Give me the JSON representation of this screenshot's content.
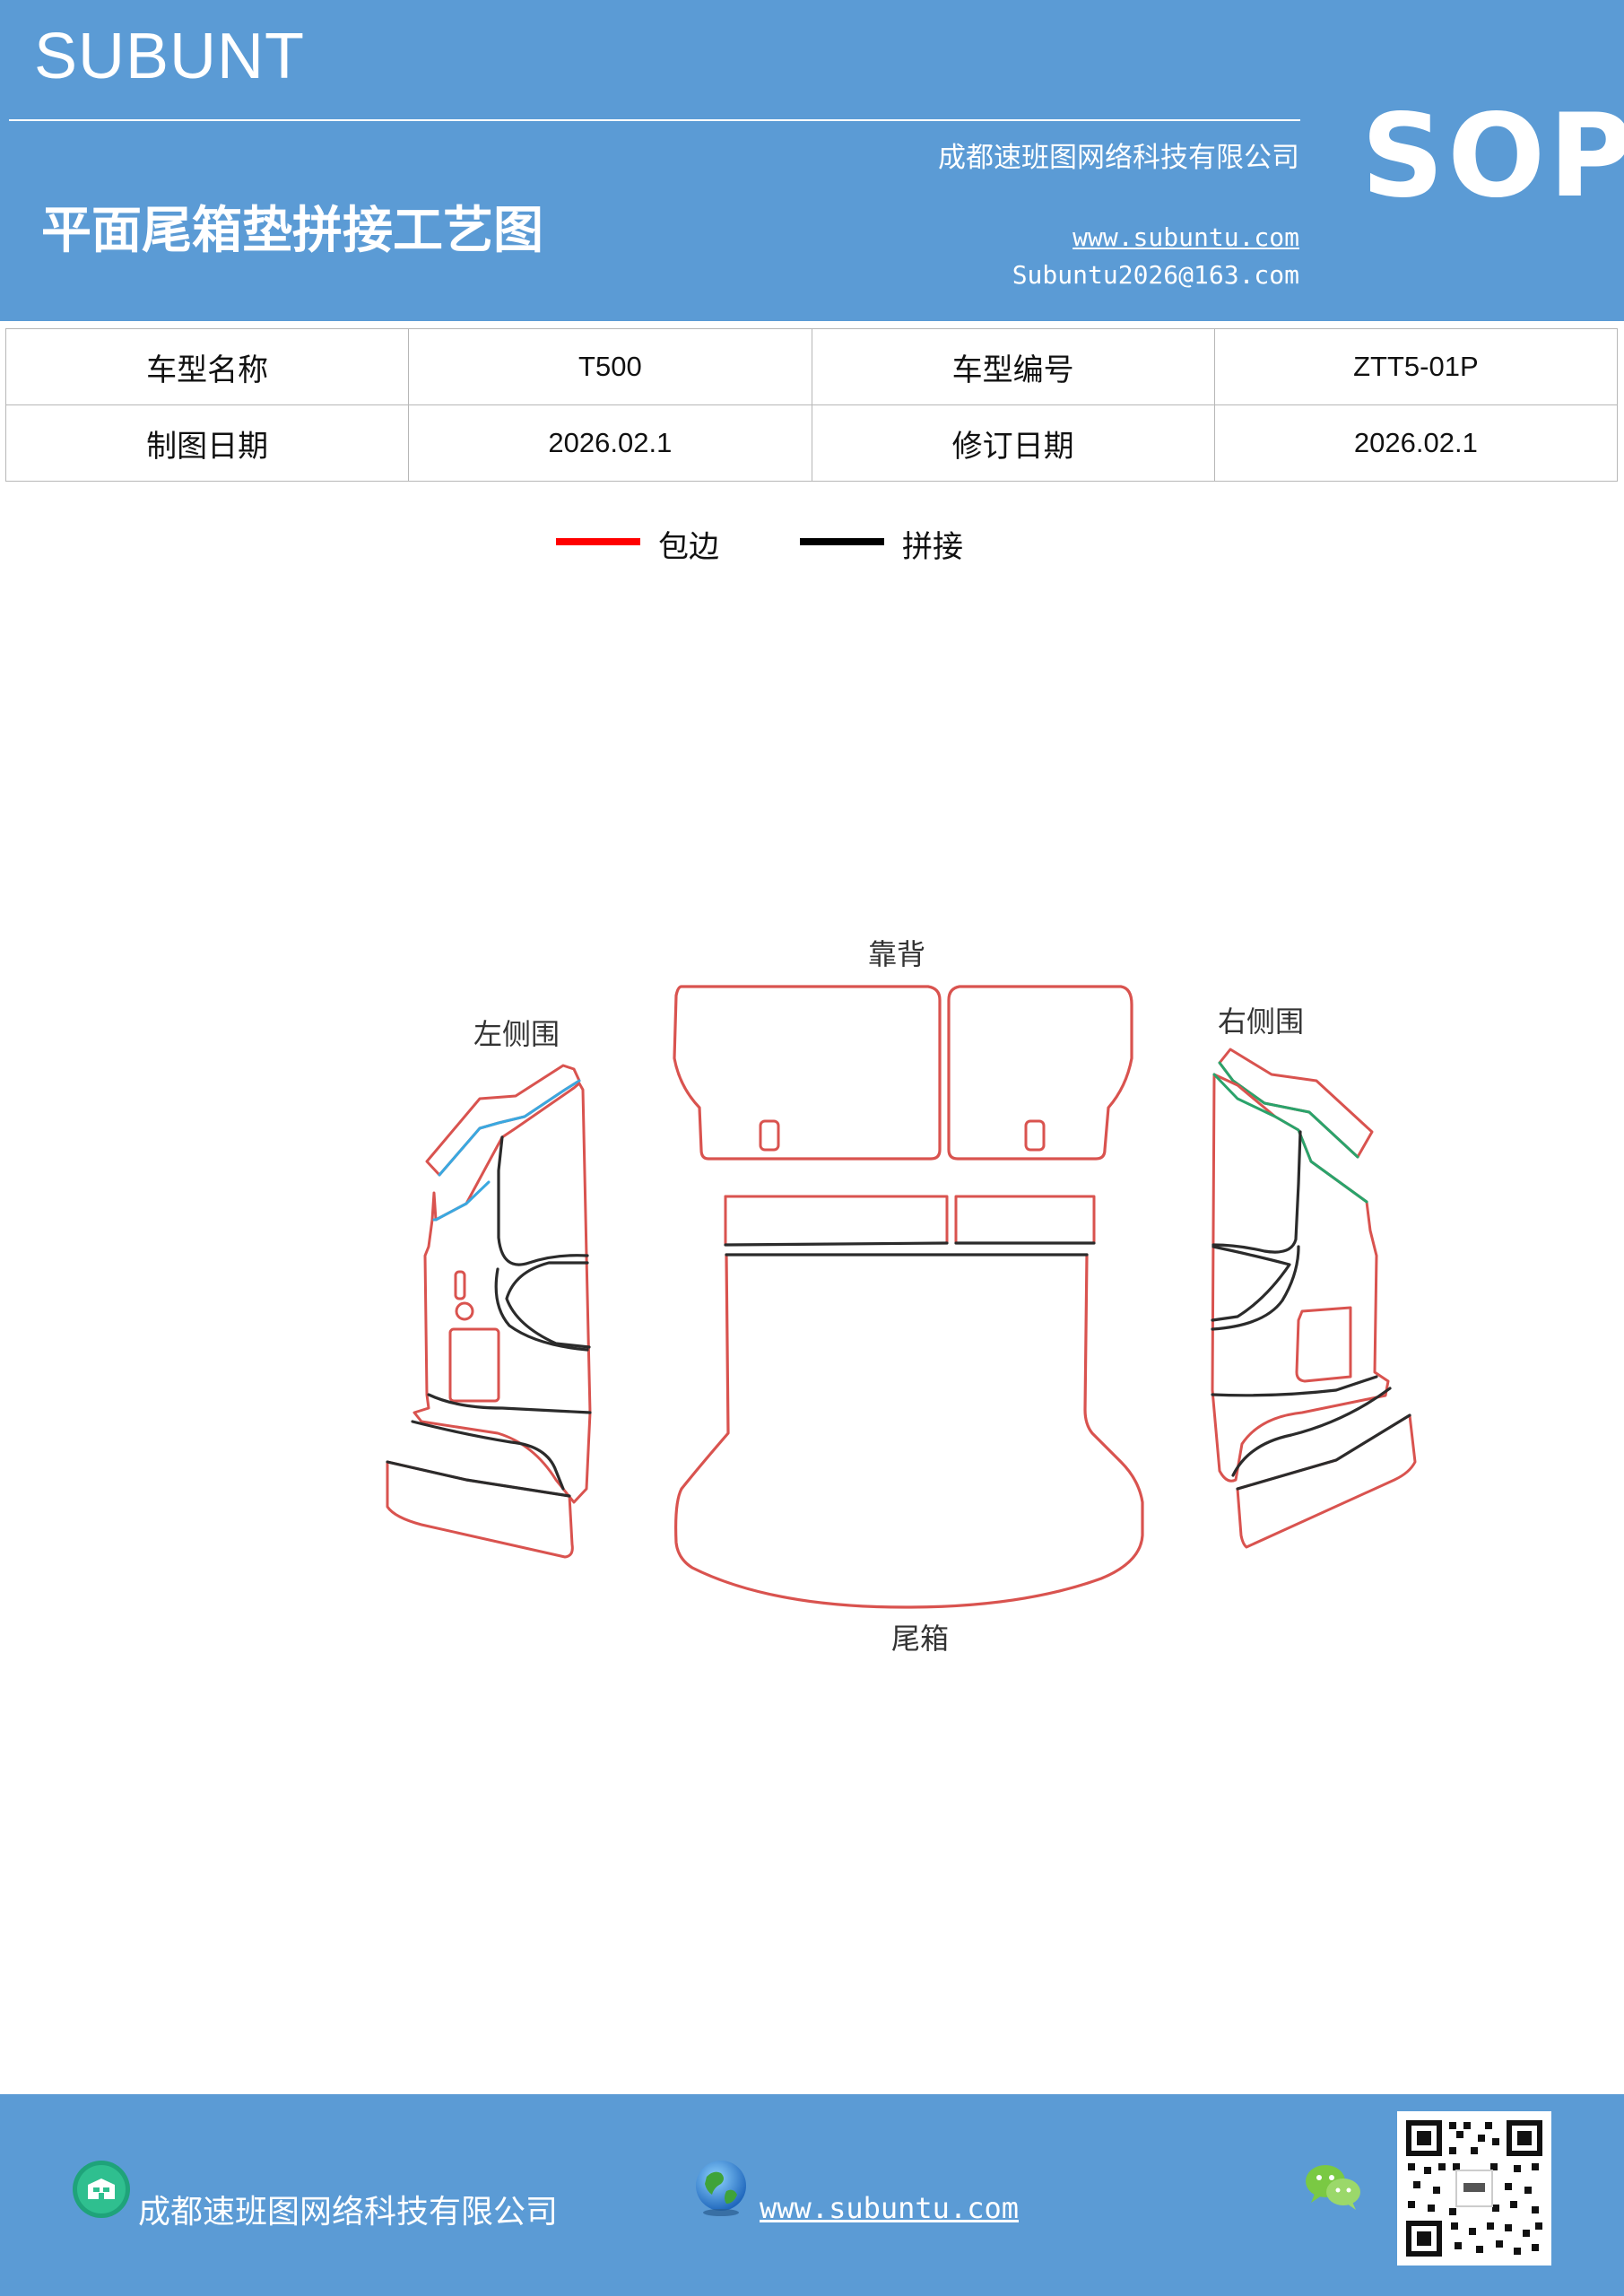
{
  "header": {
    "brand": "SUBUNT",
    "company": "成都速班图网络科技有限公司",
    "title": "平面尾箱垫拼接工艺图",
    "website": "www.subuntu.com",
    "email": "Subuntu2026@163.com",
    "badge": "SOP",
    "background_color": "#5b9bd5"
  },
  "info_table": {
    "rows": [
      [
        "车型名称",
        "T500",
        "车型编号",
        "ZTT5-01P"
      ],
      [
        "制图日期",
        "2026.02.1",
        "修订日期",
        "2026.02.1"
      ]
    ]
  },
  "legend": {
    "items": [
      {
        "label": "包边",
        "color": "#ff0000"
      },
      {
        "label": "拼接",
        "color": "#000000"
      }
    ]
  },
  "diagram": {
    "labels": {
      "backrest": "靠背",
      "left_side": "左侧围",
      "right_side": "右侧围",
      "trunk": "尾箱"
    },
    "colors": {
      "edge": "#d9534f",
      "seam": "#2b2b2b",
      "blue_seam": "#3aa8e0",
      "green_seam": "#2aa36b"
    }
  },
  "footer": {
    "company": "成都速班图网络科技有限公司",
    "website": "www.subuntu.com",
    "icons": [
      "building-icon",
      "globe-icon",
      "wechat-icon",
      "qr-code"
    ]
  }
}
